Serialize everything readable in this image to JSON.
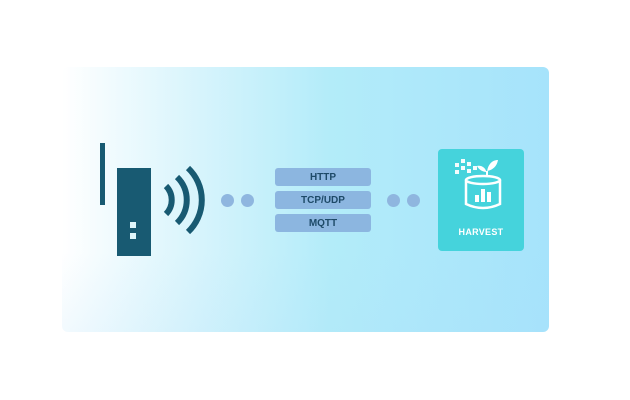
{
  "protocols": [
    "HTTP",
    "TCP/UDP",
    "MQTT"
  ],
  "cloud": {
    "label": "HARVEST"
  },
  "colors": {
    "device": "#185a72",
    "connector": "#8fb6df",
    "protocol_fill": "#8cb6e0",
    "protocol_text": "#1e4a68",
    "cloud_fill": "#45d3dc"
  },
  "icons": [
    "router-device-icon",
    "wifi-signal-icon",
    "harvest-logo-icon"
  ]
}
